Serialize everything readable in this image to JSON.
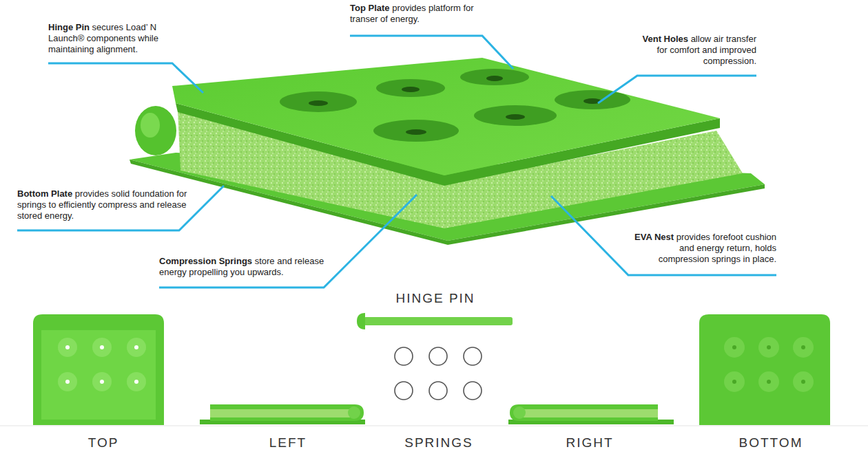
{
  "diagram": {
    "labels": [
      "Hinge Pin",
      "secures Load’ N Launch® components while maintaining alignment.",
      "Top Plate",
      "provides platform for transer of energy.",
      "Vent Holes",
      "allow air transfer for comfort and improved compression.",
      "Bottom Plate",
      "provides solid foundation for springs to efficiently compress and release stored energy.",
      "Compression Springs",
      "store and release energy propelling you upwards.",
      "EVA Nest",
      "provides forefoot cushion and energy return, holds compression springs in place.",
      "HINGE PIN",
      "TOP",
      "LEFT",
      "SPRINGS",
      "RIGHT",
      "BOTTOM"
    ]
  }
}
